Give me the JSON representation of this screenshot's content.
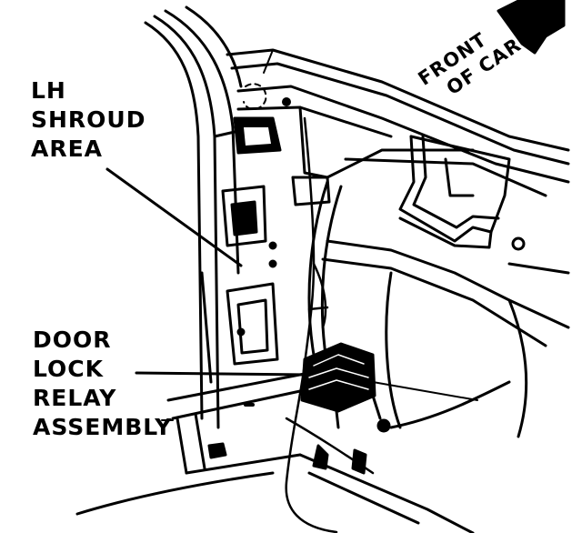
{
  "labels": {
    "shroud": [
      "LH",
      "SHROUD",
      "AREA"
    ],
    "relay": [
      "DOOR",
      "LOCK",
      "RELAY",
      "ASSEMBLY"
    ],
    "direction": [
      "FRONT",
      "OF CAR"
    ]
  },
  "colors": {
    "ink": "#000000",
    "paper": "#ffffff"
  },
  "icons": {
    "direction_arrow": "arrow-up-right-icon"
  }
}
